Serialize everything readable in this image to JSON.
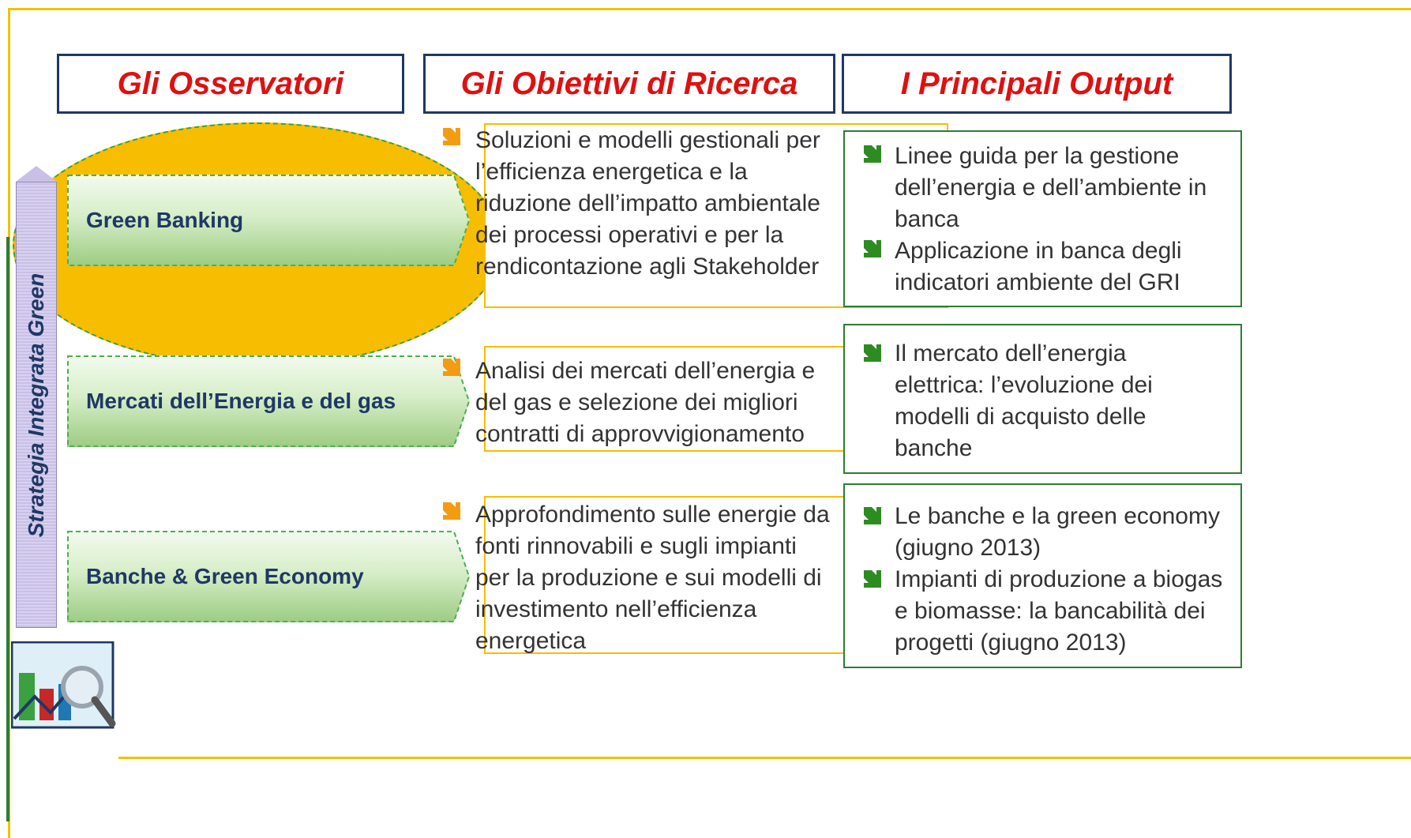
{
  "headers": {
    "col1": "Gli Osservatori",
    "col2": "Gli Obiettivi di Ricerca",
    "col3": "I Principali Output"
  },
  "sidebar_label": "Strategia Integrata Green",
  "rows": [
    {
      "observatory": "Green Banking",
      "objective": "Soluzioni e modelli gestionali per l’efficienza energetica e la riduzione dell’impatto ambientale dei processi operativi e per la rendicontazione agli Stakeholder",
      "outputs": [
        "Linee guida per la gestione dell’energia e dell’ambiente in banca",
        "Applicazione in banca degli indicatori ambiente del GRI"
      ]
    },
    {
      "observatory": "Mercati dell’Energia e del gas",
      "objective": "Analisi dei mercati dell’energia e del gas e selezione dei migliori contratti di approvvigionamento",
      "outputs": [
        "Il mercato dell’energia elettrica: l’evoluzione dei modelli di acquisto delle banche"
      ]
    },
    {
      "observatory": "Banche & Green Economy",
      "objective": "Approfondimento sulle energie da fonti rinnovabili e sugli impianti per la produzione e sui modelli di investimento nell’efficienza energetica",
      "outputs": [
        "Le banche e la green economy (giugno 2013)",
        "Impianti di produzione a biogas e biomasse: la bancabilità dei progetti (giugno 2013)"
      ]
    }
  ],
  "colors": {
    "header_text": "#e01010",
    "header_border": "#1f3864",
    "frame": "#f2c200",
    "highlight": "#f7bd00",
    "objective_bullet": "#f39c12",
    "output_bullet": "#2e8b22",
    "output_border": "#2e7d32"
  },
  "icons": [
    "chart-magnifier-logo-icon",
    "orange-arrow-bullet-icon",
    "green-arrow-bullet-icon"
  ]
}
